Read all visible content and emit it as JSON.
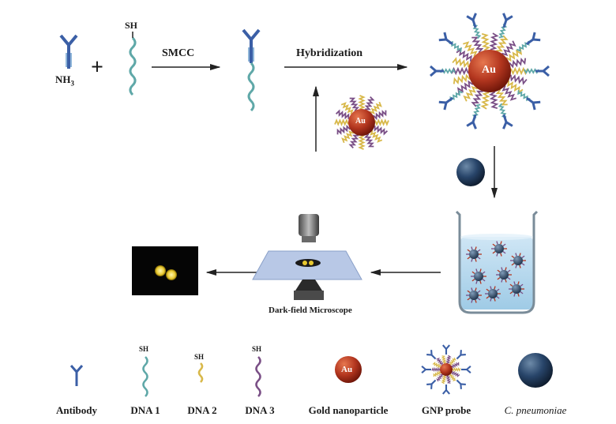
{
  "diagram": {
    "steps": {
      "plus_sign": "+",
      "nh3_label": "NH",
      "nh3_sub": "3",
      "sh_label": "SH",
      "smcc_label": "SMCC",
      "hybridization_label": "Hybridization",
      "au_label": "Au",
      "microscope_label": "Dark-field Microscope"
    },
    "legend": [
      {
        "label": "Antibody"
      },
      {
        "label": "DNA 1"
      },
      {
        "label": "DNA 2"
      },
      {
        "label": "DNA 3"
      },
      {
        "label": "Gold nanoparticle"
      },
      {
        "label": "GNP probe"
      },
      {
        "label": "C. pneumoniae"
      }
    ],
    "legend_sh_label": "SH",
    "legend_au_label": "Au",
    "colors": {
      "antibody_blue": "#3b5fa6",
      "antibody_light": "#8fb6d9",
      "dna1": "#5fa8a8",
      "dna2": "#d8b84a",
      "dna3": "#7a4f86",
      "gold": "#b3361f",
      "bacterium": "#1e3550",
      "arrow": "#222222"
    }
  }
}
